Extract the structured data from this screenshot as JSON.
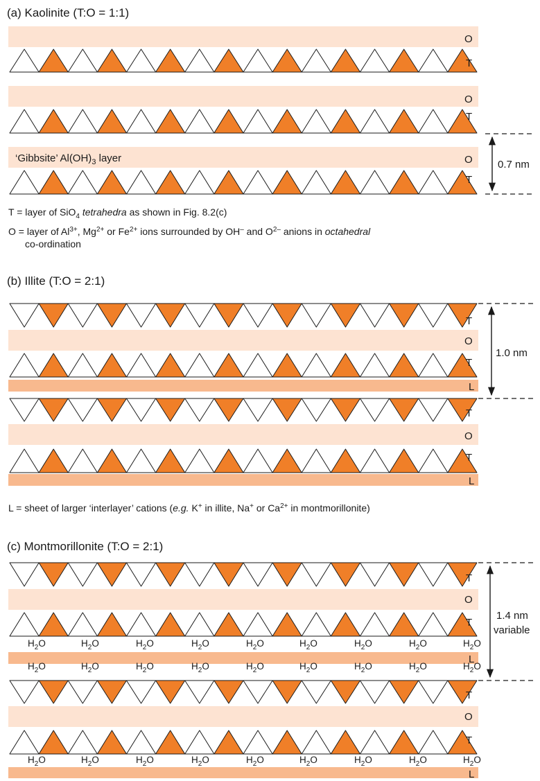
{
  "colors": {
    "octahedral_band": "#fde3d2",
    "interlayer_band": "#f8b98e",
    "filled_tetrahedron": "#f07f28",
    "outline": "#1a1a1a"
  },
  "letters": {
    "O": "O",
    "T": "T",
    "L": "L"
  },
  "kaolinite": {
    "title": "(a) Kaolinite (T:O = 1:1)",
    "gibbsite_label_pre": "‘Gibbsite’ Al(OH)",
    "gibbsite_label_sub": "3",
    "gibbsite_label_post": " layer",
    "spacing": "0.7 nm",
    "legend_T": {
      "prefix": "T =  layer of SiO",
      "sub": "4",
      "italic": "tetrahedra",
      "suffix": " as shown in Fig. 8.2(c)"
    },
    "legend_O": {
      "p1": "O =  layer of Al",
      "s1": "3+",
      "p2": ", Mg",
      "s2": "2+",
      "p3": " or Fe",
      "s3": "2+",
      "p4": " ions surrounded by OH",
      "s4": "–",
      "p5": " and O",
      "s5": "2–",
      "p6": " anions in ",
      "italic": "octahedral",
      "line2": "co-ordination"
    }
  },
  "illite": {
    "title": "(b) Illite (T:O = 2:1)",
    "spacing": "1.0 nm",
    "legend_L": {
      "p1": "L =  sheet of larger ‘interlayer’ cations (",
      "i1": "e.g.",
      "p2": " K",
      "s1": "+",
      "p3": " in illite, Na",
      "s2": "+",
      "p4": " or Ca",
      "s3": "2+",
      "p5": " in montmorillonite)"
    }
  },
  "montmorillonite": {
    "title": "(c) Montmorillonite (T:O = 2:1)",
    "spacing_line1": "1.4 nm",
    "spacing_line2": "variable",
    "water": {
      "pre": "H",
      "sub": "2",
      "post": "O"
    }
  }
}
